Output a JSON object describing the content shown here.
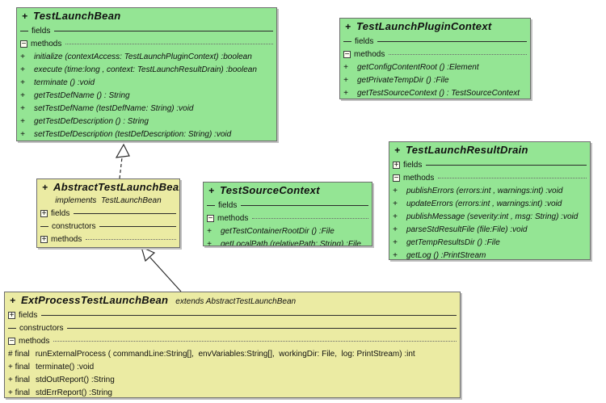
{
  "colors": {
    "interface_fill": "#94e594",
    "class_fill": "#ebeba3",
    "border": "#6e6e6e",
    "line": "#2b2b2b"
  },
  "diagram": {
    "classes": [
      {
        "name": "TestLaunchBean",
        "vis": "+",
        "suffix": "",
        "subtitle": "",
        "fill": "green",
        "rows": [
          {
            "type": "section",
            "symbol": "dash",
            "label": "fields",
            "line": "solid"
          },
          {
            "type": "section",
            "symbol": "minus-box",
            "label": "methods",
            "line": "dotted"
          },
          {
            "type": "member",
            "prefix": "+",
            "text": "initialize (contextAccess: TestLaunchPluginContext) :boolean"
          },
          {
            "type": "member",
            "prefix": "+",
            "text": "execute (time:long , context: TestLaunchResultDrain) :boolean"
          },
          {
            "type": "member",
            "prefix": "+",
            "text": "terminate () :void"
          },
          {
            "type": "member",
            "prefix": "+",
            "text": "getTestDefName () : String"
          },
          {
            "type": "member",
            "prefix": "+",
            "text": "setTestDefName (testDefName: String) :void"
          },
          {
            "type": "member",
            "prefix": "+",
            "text": "getTestDefDescription () : String"
          },
          {
            "type": "member",
            "prefix": "+",
            "text": "setTestDefDescription (testDefDescription: String) :void"
          }
        ]
      },
      {
        "name": "TestLaunchPluginContext",
        "vis": "+",
        "suffix": "",
        "subtitle": "",
        "fill": "green",
        "rows": [
          {
            "type": "section",
            "symbol": "dash",
            "label": "fields",
            "line": "solid"
          },
          {
            "type": "section",
            "symbol": "minus-box",
            "label": "methods",
            "line": "dotted"
          },
          {
            "type": "member",
            "prefix": "+",
            "text": "getConfigContentRoot () :Element"
          },
          {
            "type": "member",
            "prefix": "+",
            "text": "getPrivateTempDir () :File"
          },
          {
            "type": "member",
            "prefix": "+",
            "text": "getTestSourceContext () : TestSourceContext"
          }
        ]
      },
      {
        "name": "TestLaunchResultDrain",
        "vis": "+",
        "suffix": "",
        "subtitle": "",
        "fill": "green",
        "rows": [
          {
            "type": "section",
            "symbol": "plus-box",
            "label": "fields",
            "line": "solid"
          },
          {
            "type": "section",
            "symbol": "minus-box",
            "label": "methods",
            "line": "dotted"
          },
          {
            "type": "member",
            "prefix": "+",
            "text": "publishErrors (errors:int , warnings:int) :void"
          },
          {
            "type": "member",
            "prefix": "+",
            "text": "updateErrors (errors:int , warnings:int) :void"
          },
          {
            "type": "member",
            "prefix": "+",
            "text": "publishMessage (severity:int , msg: String) :void"
          },
          {
            "type": "member",
            "prefix": "+",
            "text": "parseStdResultFile (file:File) :void"
          },
          {
            "type": "member",
            "prefix": "+",
            "text": "getTempResultsDir () :File"
          },
          {
            "type": "member",
            "prefix": "+",
            "text": "getLog () :PrintStream"
          }
        ]
      },
      {
        "name": "AbstractTestLaunchBean",
        "vis": "+",
        "suffix": "",
        "subtitle": "implements  TestLaunchBean",
        "fill": "yellow",
        "rows": [
          {
            "type": "section",
            "symbol": "plus-box",
            "label": "fields",
            "line": "solid"
          },
          {
            "type": "section",
            "symbol": "dash",
            "label": "constructors",
            "line": "solid"
          },
          {
            "type": "section",
            "symbol": "plus-box",
            "label": "methods",
            "line": "dotted"
          }
        ]
      },
      {
        "name": "TestSourceContext",
        "vis": "+",
        "suffix": "",
        "subtitle": "",
        "fill": "green",
        "rows": [
          {
            "type": "section",
            "symbol": "dash",
            "label": "fields",
            "line": "solid"
          },
          {
            "type": "section",
            "symbol": "minus-box",
            "label": "methods",
            "line": "dotted"
          },
          {
            "type": "member",
            "prefix": "+",
            "text": "getTestContainerRootDir () :File"
          },
          {
            "type": "member",
            "prefix": "+",
            "text": "getLocalPath (relativePath: String) :File"
          }
        ]
      },
      {
        "name": "ExtProcessTestLaunchBean",
        "vis": "+",
        "suffix": "extends  AbstractTestLaunchBean",
        "subtitle": "",
        "fill": "yellow",
        "rows": [
          {
            "type": "section",
            "symbol": "plus-box",
            "label": "fields",
            "line": "solid"
          },
          {
            "type": "section",
            "symbol": "dash",
            "label": "constructors",
            "line": "solid"
          },
          {
            "type": "section",
            "symbol": "minus-box",
            "label": "methods",
            "line": "dotted"
          },
          {
            "type": "member",
            "prefix": "# final",
            "text": "runExternalProcess ( commandLine:String[],  envVariables:String[],  workingDir: File,  log: PrintStream) :int"
          },
          {
            "type": "member",
            "prefix": "+ final",
            "text": "terminate() :void"
          },
          {
            "type": "member",
            "prefix": "+ final",
            "text": "stdOutReport() :String"
          },
          {
            "type": "member",
            "prefix": "+ final",
            "text": "stdErrReport() :String"
          }
        ]
      }
    ],
    "connectors": [
      {
        "type": "implements",
        "style": "dashed",
        "from": "AbstractTestLaunchBean",
        "to": "TestLaunchBean"
      },
      {
        "type": "extends",
        "style": "solid",
        "from": "ExtProcessTestLaunchBean",
        "to": "AbstractTestLaunchBean"
      }
    ]
  }
}
